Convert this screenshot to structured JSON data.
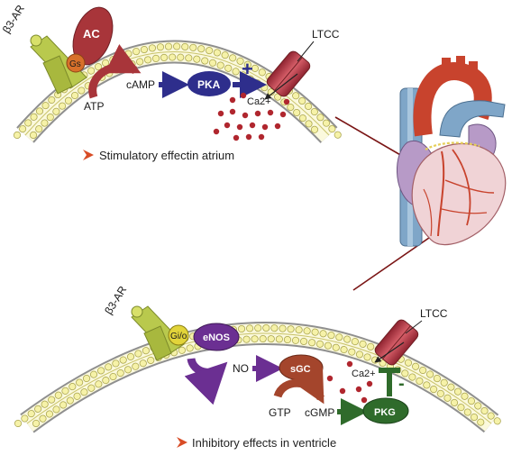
{
  "top_panel": {
    "receptor_label": "β3-AR",
    "ac_label": "AC",
    "gprotein_label": "Gs",
    "cAMP_label": "cAMP",
    "atp_label": "ATP",
    "pka_label": "PKA",
    "plus_sign": "+",
    "ltcc_label": "LTCC",
    "calcium_label": "Ca2+",
    "caption": "Stimulatory effectin atrium"
  },
  "bottom_panel": {
    "receptor_label": "β3-AR",
    "gprotein_label": "Gi/o",
    "enos_label": "eNOS",
    "no_label": "NO",
    "sgc_label": "sGC",
    "gtp_label": "GTP",
    "cgmp_label": "cGMP",
    "pkg_label": "PKG",
    "ltcc_label": "LTCC",
    "calcium_label": "Ca2+",
    "minus_sign": "-",
    "caption": "Inhibitory effects in ventricle"
  },
  "colors": {
    "membrane_fill": "#f3f0a6",
    "membrane_outline": "#8f8f8f",
    "receptor": "#b9c94d",
    "ac": "#a8353a",
    "gs_ball": "#d8702a",
    "pka": "#2e2e8c",
    "ltcc": "#c2404b",
    "calcium": "#b0262e",
    "enos": "#6b2f92",
    "sgc": "#a4452c",
    "pkg": "#2f6b2b",
    "caption_marker": "#d84c26",
    "pointer_line": "#7a1515"
  }
}
